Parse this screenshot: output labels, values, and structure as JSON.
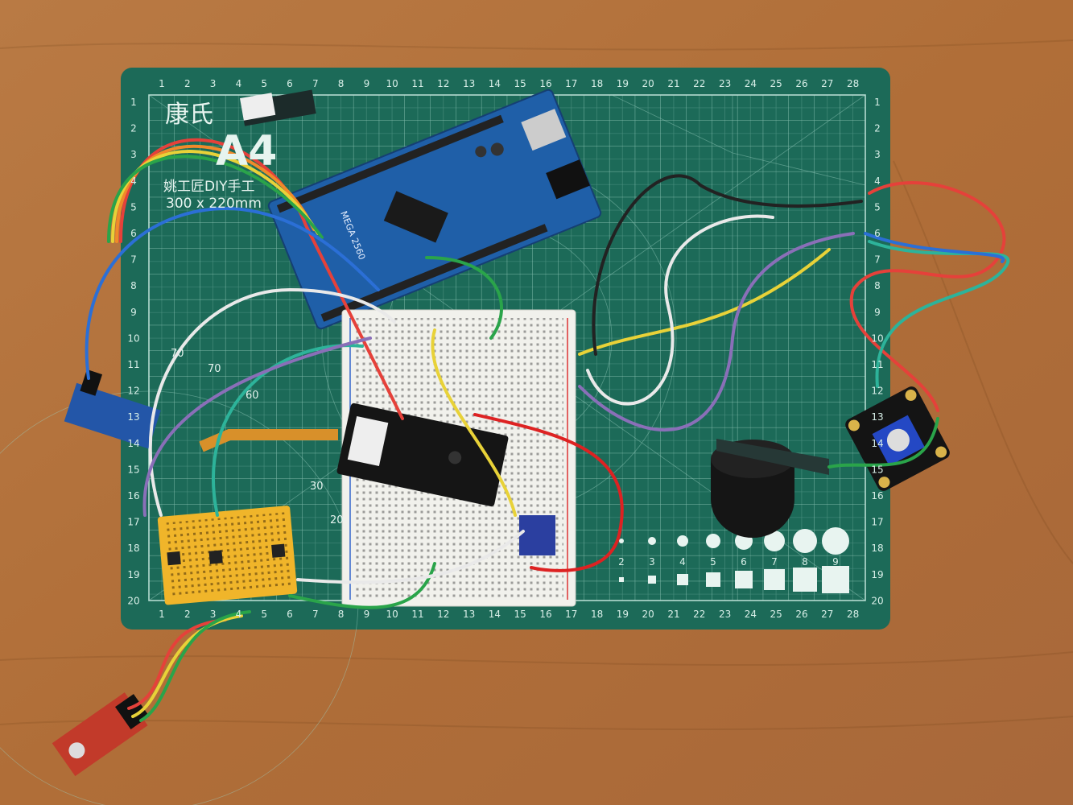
{
  "mat": {
    "brand": "康氏",
    "size_label": "A4",
    "maker": "姚工匠DIY手工",
    "dimensions": "300 x 220mm",
    "ruler_top": [
      "1",
      "2",
      "3",
      "4",
      "5",
      "6",
      "7",
      "8",
      "9",
      "10",
      "11",
      "12",
      "13",
      "14",
      "15",
      "16",
      "17",
      "18",
      "19",
      "20",
      "21",
      "22",
      "23",
      "24",
      "25",
      "26",
      "27",
      "28"
    ],
    "ruler_side": [
      "1",
      "2",
      "3",
      "4",
      "5",
      "6",
      "7",
      "8",
      "9",
      "10",
      "11",
      "12",
      "13",
      "14",
      "15",
      "16",
      "17",
      "18",
      "19",
      "20"
    ],
    "template_sizes": [
      "2",
      "3",
      "4",
      "5",
      "6",
      "7",
      "8",
      "9"
    ],
    "angle_labels": [
      "70",
      "60",
      "30",
      "20"
    ]
  },
  "arduino": {
    "label": "MEGA 2560"
  },
  "colors": {
    "wood": "#b5743f",
    "mat": "#1c6a58",
    "arduino": "#1f5fa8",
    "breadboard": "#f1f1ec",
    "mini_breadboard": "#f0b52a",
    "ir_sensor": "#c23a2a"
  }
}
